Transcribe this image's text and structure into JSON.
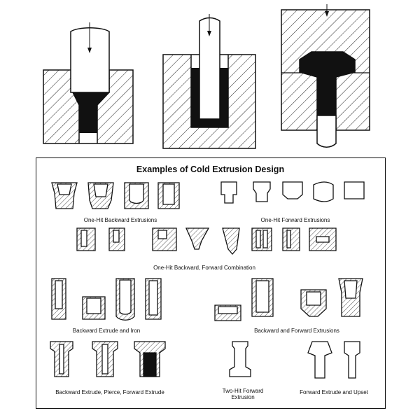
{
  "panel": {
    "title": "Examples of Cold Extrusion Design",
    "groups": [
      "One-Hit Backward Extrusions",
      "One-Hit Forward Extrusions",
      "One-Hit Backward, Forward Combination",
      "Backward Extrude and Iron",
      "Backward and Forward Extrusions",
      "Backward Extrude, Pierce, Forward Extrude",
      "Two-Hit Forward",
      "Extrusion",
      "Forward Extrude and Upset"
    ]
  },
  "colors": {
    "ink": "#111111",
    "background": "#ffffff"
  }
}
